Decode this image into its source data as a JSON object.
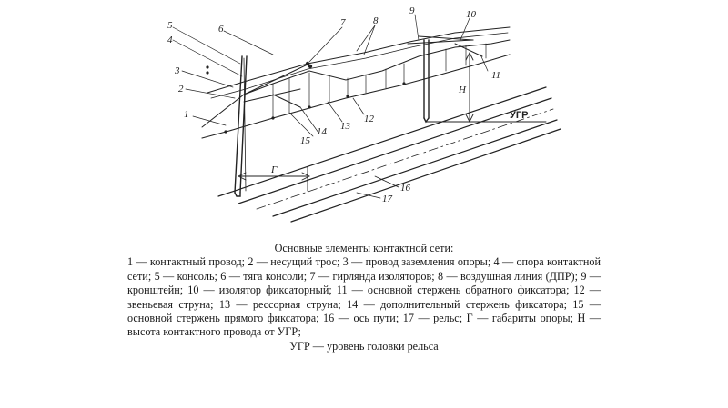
{
  "diagram": {
    "callouts": [
      "1",
      "2",
      "3",
      "4",
      "5",
      "6",
      "7",
      "8",
      "9",
      "10",
      "11",
      "12",
      "13",
      "14",
      "15",
      "16",
      "17",
      "Г",
      "Н"
    ],
    "rail_level_label": "УГР"
  },
  "caption": {
    "title": "Основные элементы контактной сети:",
    "body": "1 — контактный провод; 2 — несущий трос; 3 — провод заземления опоры; 4 — опора контактной сети; 5 — консоль; 6 — тяга консоли; 7 — гирлянда изоляторов; 8 — воздушная линия (ДПР); 9 — кронштейн; 10 — изолятор фиксаторный; 11 — основной стержень обратного фиксатора; 12 — звеньевая струна; 13 — рессорная струна; 14 — дополнительный стержень фиксатора; 15 — основной стержень прямого фиксатора; 16 — ось пути; 17 — рельс; Г — габариты опоры; Н — высота контактного провода от УГР;",
    "footer": "УГР — уровень головки рельса"
  }
}
